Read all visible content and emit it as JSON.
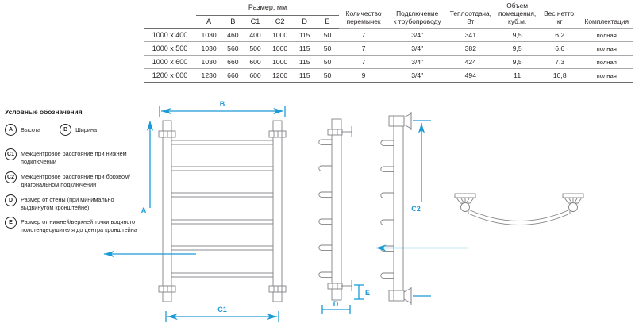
{
  "table": {
    "group_header": "Размер, мм",
    "columns": [
      {
        "key": "size",
        "label": ""
      },
      {
        "key": "A",
        "label": "A"
      },
      {
        "key": "B",
        "label": "B"
      },
      {
        "key": "C1",
        "label": "C1"
      },
      {
        "key": "C2",
        "label": "C2"
      },
      {
        "key": "D",
        "label": "D"
      },
      {
        "key": "E",
        "label": "E"
      },
      {
        "key": "bridges",
        "label": "Количество\nперемычек"
      },
      {
        "key": "connect",
        "label": "Подключение\nк трубопроводу"
      },
      {
        "key": "heat",
        "label": "Теплоотдача,\nВт"
      },
      {
        "key": "volume",
        "label": "Объем\nпомещения,\nкуб.м."
      },
      {
        "key": "weight",
        "label": "Вес нетто,\nкг"
      },
      {
        "key": "package",
        "label": "Комплектация"
      }
    ],
    "headers": {
      "bridges_l1": "Количество",
      "bridges_l2": "перемычек",
      "connect_l1": "Подключение",
      "connect_l2": "к трубопроводу",
      "heat_l1": "Теплоотдача,",
      "heat_l2": "Вт",
      "volume_l1": "Объем",
      "volume_l2": "помещения,",
      "volume_l3": "куб.м.",
      "weight_l1": "Вес нетто,",
      "weight_l2": "кг",
      "package_l1": "Комплектация"
    },
    "rows": [
      {
        "size": "1000 x 400",
        "A": "1030",
        "B": "460",
        "C1": "400",
        "C2": "1000",
        "D": "115",
        "E": "50",
        "bridges": "7",
        "connect": "3/4\"",
        "heat": "341",
        "volume": "9,5",
        "weight": "6,2",
        "package": "полная"
      },
      {
        "size": "1000 x 500",
        "A": "1030",
        "B": "560",
        "C1": "500",
        "C2": "1000",
        "D": "115",
        "E": "50",
        "bridges": "7",
        "connect": "3/4\"",
        "heat": "382",
        "volume": "9,5",
        "weight": "6,6",
        "package": "полная"
      },
      {
        "size": "1000 x 600",
        "A": "1030",
        "B": "660",
        "C1": "600",
        "C2": "1000",
        "D": "115",
        "E": "50",
        "bridges": "7",
        "connect": "3/4\"",
        "heat": "424",
        "volume": "9,5",
        "weight": "7,3",
        "package": "полная"
      },
      {
        "size": "1200 x 600",
        "A": "1230",
        "B": "660",
        "C1": "600",
        "C2": "1200",
        "D": "115",
        "E": "50",
        "bridges": "9",
        "connect": "3/4\"",
        "heat": "494",
        "volume": "11",
        "weight": "10,8",
        "package": "полная"
      }
    ]
  },
  "legend": {
    "title": "Условные обозначения",
    "items": [
      {
        "badge": "A",
        "text": "Высота"
      },
      {
        "badge": "B",
        "text": "Ширина"
      },
      {
        "badge": "C1",
        "text": "Межцентровое расстояние при нижнем подключении"
      },
      {
        "badge": "C2",
        "text": "Межцентровое расстояние при боковом/диагональном подключении"
      },
      {
        "badge": "D",
        "text": "Размер от стены (при минимально выдвинутом кронштейне)"
      },
      {
        "badge": "E",
        "text": "Размер от нижней/верхней точки водяного полотенцесушителя до центра кронштейна"
      }
    ]
  },
  "diagram": {
    "dimension_color": "#1b9ad6",
    "line_color": "#808285",
    "labels": {
      "front_width": "B",
      "front_height": "A",
      "front_center": "C1",
      "side_depth": "D",
      "side_offset": "E",
      "side_center": "C2"
    },
    "views": [
      {
        "name": "front-view",
        "rungs": 6
      },
      {
        "name": "side-view-bottom-connection",
        "rungs": 6
      },
      {
        "name": "side-view-side-connection",
        "rungs": 6
      },
      {
        "name": "top-view-curved-profile",
        "rungs": 0
      }
    ]
  }
}
